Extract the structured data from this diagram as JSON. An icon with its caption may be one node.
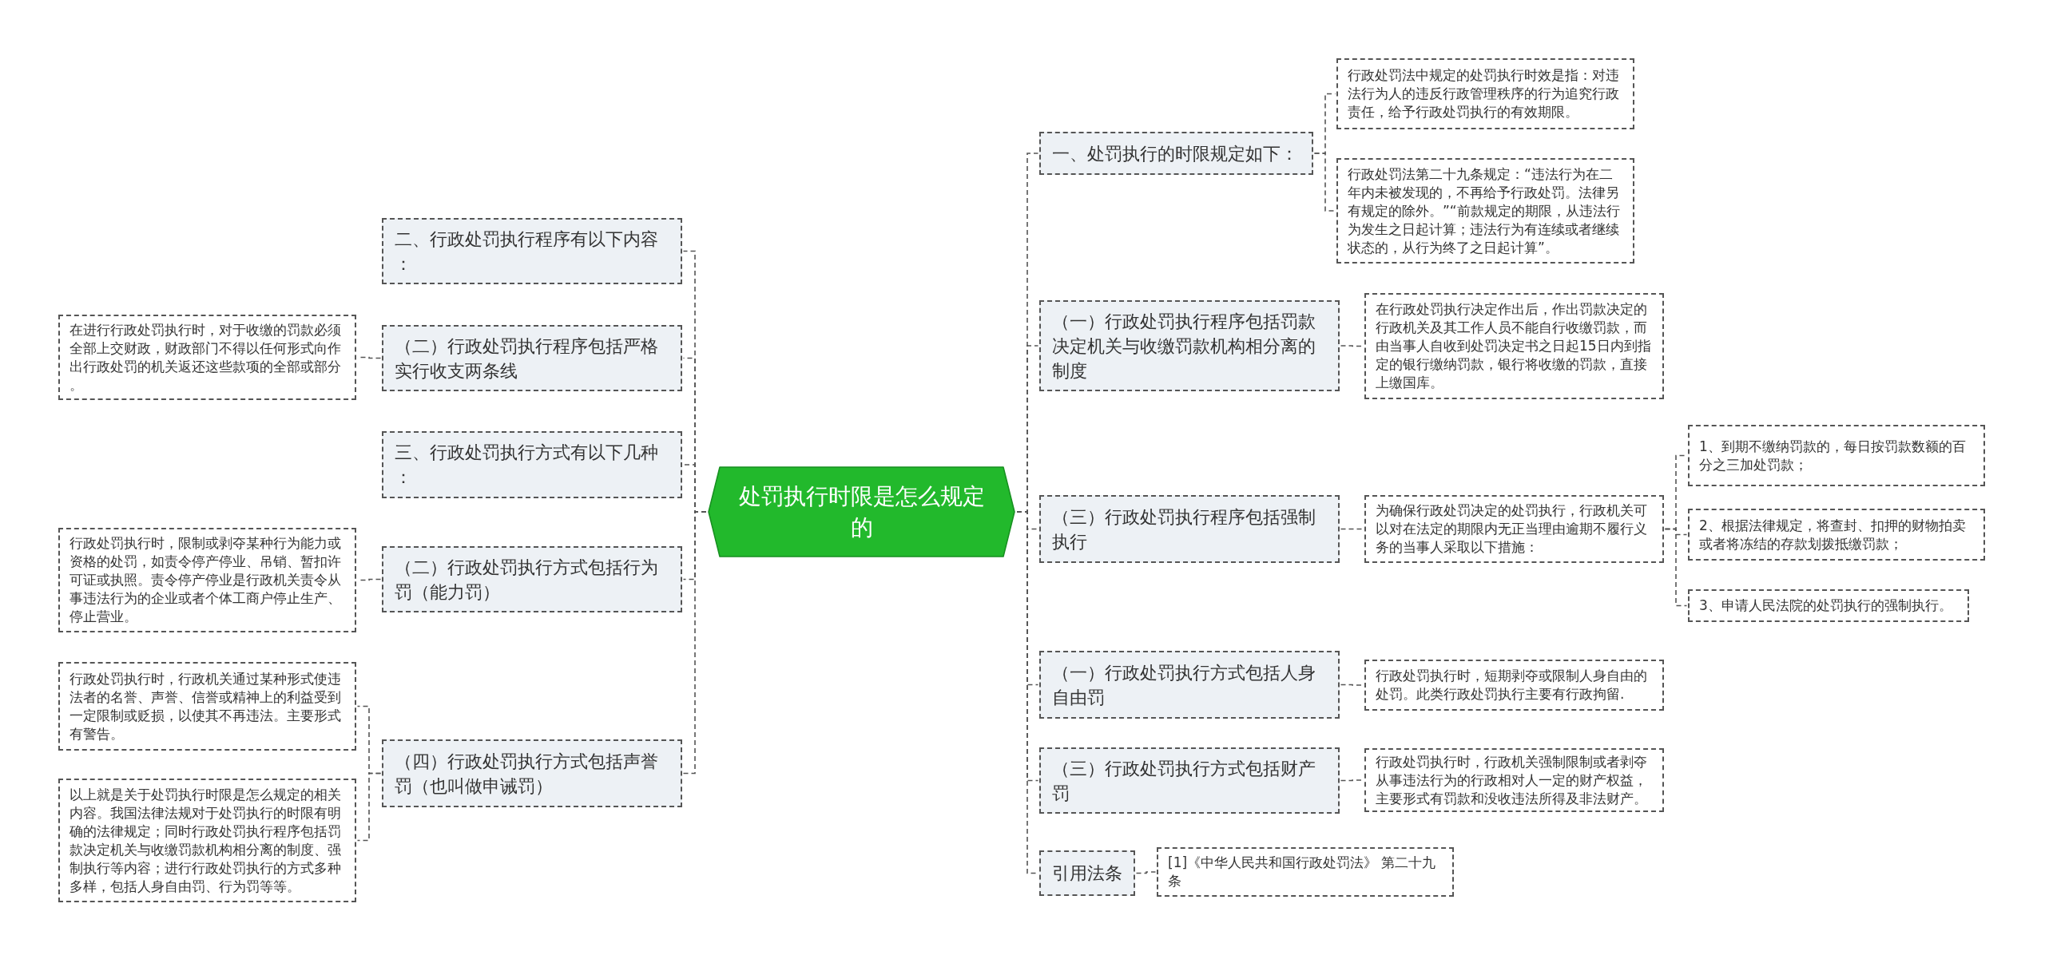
{
  "diagram": {
    "nodes": [
      {
        "text": [
          "处罚执行时限是怎么规定的"
        ]
      },
      {
        "text": [
          "一、处罚执行的时限规定如下："
        ]
      },
      {
        "text": [
          "行政处罚法中规定的处罚执行时效是指：对违法行为人的违反行政管理秩序的行为追究行政责任，给予行政处罚执行的有效期限。"
        ]
      },
      {
        "text": [
          "行政处罚法第二十九条规定：“违法行为在二年内未被发现的，不再给予行政处罚。法律另有规定的除外。”“前款规定的期限，从违法行为发生之日起计算；违法行为有连续或者继续状态的，从行为终了之日起计算”。"
        ]
      },
      {
        "text": [
          "（一）行政处罚执行程序包括罚款决定机关与收缴罚款机构相分离的制度"
        ]
      },
      {
        "text": [
          "在行政处罚执行决定作出后，作出罚款决定的行政机关及其工作人员不能自行收缴罚款，而由当事人自收到处罚决定书之日起15日内到指定的银行缴纳罚款，银行将收缴的罚款，直接上缴国库。"
        ]
      },
      {
        "text": [
          "（三）行政处罚执行程序包括强制执行"
        ]
      },
      {
        "text": [
          "为确保行政处罚决定的处罚执行，行政机关可以对在法定的期限内无正当理由逾期不履行义务的当事人采取以下措施："
        ]
      },
      {
        "text": [
          "1、到期不缴纳罚款的，每日按罚款数额的百分之三加处罚款；"
        ]
      },
      {
        "text": [
          "2、根据法律规定，将查封、扣押的财物拍卖或者将冻结的存款划拨抵缴罚款；"
        ]
      },
      {
        "text": [
          "3、申请人民法院的处罚执行的强制执行。"
        ]
      },
      {
        "text": [
          "（一）行政处罚执行方式包括人身自由罚"
        ]
      },
      {
        "text": [
          "行政处罚执行时，短期剥夺或限制人身自由的处罚。此类行政处罚执行主要有行政拘留."
        ]
      },
      {
        "text": [
          "（三）行政处罚执行方式包括财产罚"
        ]
      },
      {
        "text": [
          "行政处罚执行时，行政机关强制限制或者剥夺从事违法行为的行政相对人一定的财产权益，主要形式有罚款和没收违法所得及非法财产。"
        ]
      },
      {
        "text": [
          "引用法条"
        ]
      },
      {
        "text": [
          "[1]《中华人民共和国行政处罚法》 第二十九条"
        ]
      },
      {
        "text": [
          "二、行政处罚执行程序有以下内容："
        ]
      },
      {
        "text": [
          "（二）行政处罚执行程序包括严格实行收支两条线"
        ]
      },
      {
        "text": [
          "在进行行政处罚执行时，对于收缴的罚款必须全部上交财政，财政部门不得以任何形式向作出行政处罚的机关返还这些款项的全部或部分。"
        ]
      },
      {
        "text": [
          "三、行政处罚执行方式有以下几种："
        ]
      },
      {
        "text": [
          "（二）行政处罚执行方式包括行为罚（能力罚）"
        ]
      },
      {
        "text": [
          "行政处罚执行时，限制或剥夺某种行为能力或资格的处罚，如责令停产停业、吊销、暂扣许可证或执照。责令停产停业是行政机关责令从事违法行为的企业或者个体工商户停止生产、停止营业。"
        ]
      },
      {
        "text": [
          "（四）行政处罚执行方式包括声誉罚（也叫做申诫罚）"
        ]
      },
      {
        "text": [
          "行政处罚执行时，行政机关通过某种形式使违法者的名誉、声誉、信誉或精神上的利益受到一定限制或贬损，以使其不再违法。主要形式有警告。"
        ]
      },
      {
        "text": [
          "以上就是关于处罚执行时限是怎么规定的相关内容。我国法律法规对于处罚执行的时限有明确的法律规定；同时行政处罚执行程序包括罚款决定机关与收缴罚款机构相分离的制度、强制执行等内容；进行行政处罚执行的方式多种多样，包括人身自由罚、行为罚等等。"
        ]
      }
    ],
    "edges": [
      {
        "from": 0,
        "to": 1,
        "arrow": "none"
      },
      {
        "from": 0,
        "to": 4,
        "arrow": "none"
      },
      {
        "from": 0,
        "to": 6,
        "arrow": "none"
      },
      {
        "from": 0,
        "to": 11,
        "arrow": "none"
      },
      {
        "from": 0,
        "to": 13,
        "arrow": "none"
      },
      {
        "from": 0,
        "to": 15,
        "arrow": "none"
      },
      {
        "from": 1,
        "to": 2,
        "arrow": "none"
      },
      {
        "from": 1,
        "to": 3,
        "arrow": "none"
      },
      {
        "from": 4,
        "to": 5,
        "arrow": "none"
      },
      {
        "from": 6,
        "to": 7,
        "arrow": "none"
      },
      {
        "from": 7,
        "to": 8,
        "arrow": "none"
      },
      {
        "from": 7,
        "to": 9,
        "arrow": "none"
      },
      {
        "from": 7,
        "to": 10,
        "arrow": "none"
      },
      {
        "from": 11,
        "to": 12,
        "arrow": "none"
      },
      {
        "from": 13,
        "to": 14,
        "arrow": "none"
      },
      {
        "from": 15,
        "to": 16,
        "arrow": "none"
      },
      {
        "from": 0,
        "to": 17,
        "arrow": "none"
      },
      {
        "from": 0,
        "to": 18,
        "arrow": "none"
      },
      {
        "from": 0,
        "to": 20,
        "arrow": "none"
      },
      {
        "from": 0,
        "to": 21,
        "arrow": "none"
      },
      {
        "from": 0,
        "to": 23,
        "arrow": "none"
      },
      {
        "from": 18,
        "to": 19,
        "arrow": "none"
      },
      {
        "from": 21,
        "to": 22,
        "arrow": "none"
      },
      {
        "from": 23,
        "to": 24,
        "arrow": "none"
      },
      {
        "from": 23,
        "to": 25,
        "arrow": "none"
      }
    ]
  }
}
